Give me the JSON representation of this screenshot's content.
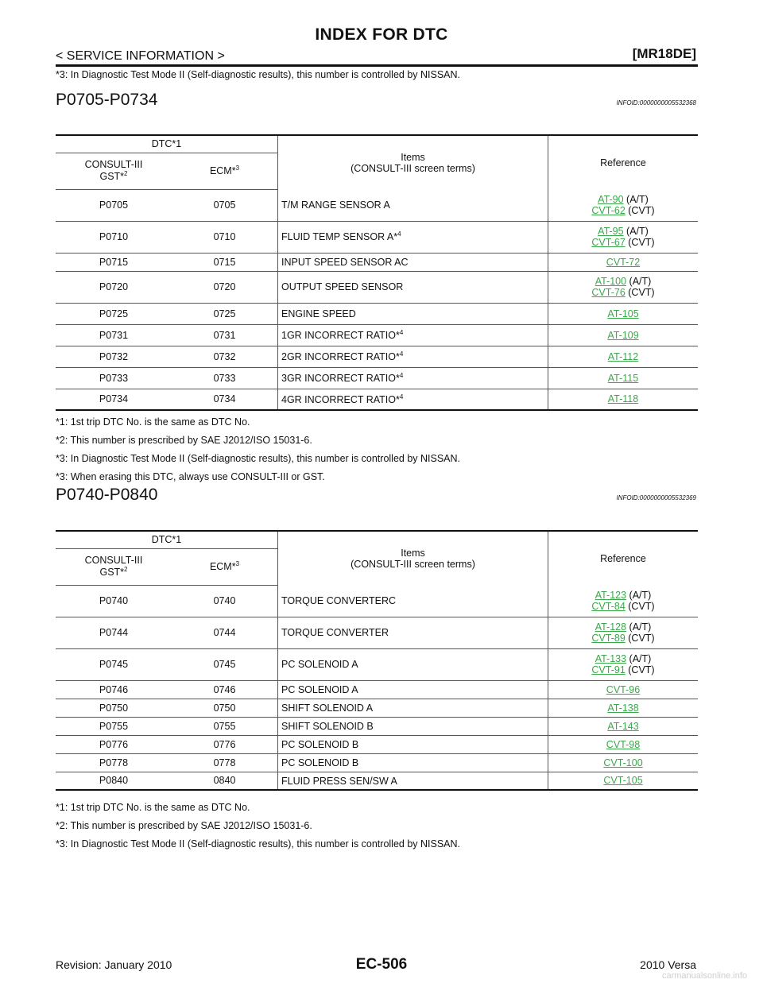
{
  "header": {
    "title": "INDEX FOR DTC",
    "section": "< SERVICE INFORMATION >",
    "engine": "[MR18DE]"
  },
  "top_note": "*3: In Diagnostic Test Mode II (Self-diagnostic results), this number is controlled by NISSAN.",
  "columns": {
    "dtc": "DTC*1",
    "consult": "CONSULT-III",
    "gst": "GST*",
    "gst_sup": "2",
    "ecm": "ECM*",
    "ecm_sup": "3",
    "items": "Items",
    "items_sub": "(CONSULT-III screen terms)",
    "reference": "Reference"
  },
  "sections": [
    {
      "title": "P0705-P0734",
      "infoid": "INFOID:0000000005532368",
      "rows": [
        {
          "consult": "P0705",
          "ecm": "0705",
          "item": "T/M RANGE SENSOR A",
          "sup": "",
          "refs": [
            {
              "link": "AT-90",
              "suffix": " (A/T)"
            },
            {
              "link": "CVT-62",
              "suffix": " (CVT)"
            }
          ]
        },
        {
          "consult": "P0710",
          "ecm": "0710",
          "item": "FLUID TEMP SENSOR A*",
          "sup": "4",
          "refs": [
            {
              "link": "AT-95",
              "suffix": " (A/T)"
            },
            {
              "link": "CVT-67",
              "suffix": " (CVT)"
            }
          ]
        },
        {
          "consult": "P0715",
          "ecm": "0715",
          "item": "INPUT SPEED SENSOR AC",
          "sup": "",
          "refs": [
            {
              "link": "CVT-72",
              "suffix": ""
            }
          ]
        },
        {
          "consult": "P0720",
          "ecm": "0720",
          "item": "OUTPUT SPEED SENSOR",
          "sup": "",
          "refs": [
            {
              "link": "AT-100",
              "suffix": " (A/T)"
            },
            {
              "link": "CVT-76",
              "suffix": " (CVT)"
            }
          ]
        },
        {
          "consult": "P0725",
          "ecm": "0725",
          "item": "ENGINE SPEED",
          "sup": "",
          "refs": [
            {
              "link": "AT-105",
              "suffix": ""
            }
          ]
        },
        {
          "consult": "P0731",
          "ecm": "0731",
          "item": "1GR INCORRECT RATIO*",
          "sup": "4",
          "refs": [
            {
              "link": "AT-109",
              "suffix": ""
            }
          ]
        },
        {
          "consult": "P0732",
          "ecm": "0732",
          "item": "2GR INCORRECT RATIO*",
          "sup": "4",
          "refs": [
            {
              "link": "AT-112",
              "suffix": ""
            }
          ]
        },
        {
          "consult": "P0733",
          "ecm": "0733",
          "item": "3GR INCORRECT RATIO*",
          "sup": "4",
          "refs": [
            {
              "link": "AT-115",
              "suffix": ""
            }
          ]
        },
        {
          "consult": "P0734",
          "ecm": "0734",
          "item": "4GR INCORRECT RATIO*",
          "sup": "4",
          "refs": [
            {
              "link": "AT-118",
              "suffix": ""
            }
          ]
        }
      ],
      "notes": [
        "*1: 1st trip DTC No. is the same as DTC No.",
        "*2: This number is prescribed by SAE J2012/ISO 15031-6.",
        "*3: In Diagnostic Test Mode II (Self-diagnostic results), this number is controlled by NISSAN.",
        "*3: When erasing this DTC, always use CONSULT-III or GST."
      ]
    },
    {
      "title": "P0740-P0840",
      "infoid": "INFOID:0000000005532369",
      "rows": [
        {
          "consult": "P0740",
          "ecm": "0740",
          "item": "TORQUE CONVERTERC",
          "sup": "",
          "refs": [
            {
              "link": "AT-123",
              "suffix": " (A/T)"
            },
            {
              "link": "CVT-84",
              "suffix": " (CVT)"
            }
          ]
        },
        {
          "consult": "P0744",
          "ecm": "0744",
          "item": "TORQUE CONVERTER",
          "sup": "",
          "refs": [
            {
              "link": "AT-128",
              "suffix": " (A/T)"
            },
            {
              "link": "CVT-89",
              "suffix": " (CVT)"
            }
          ]
        },
        {
          "consult": "P0745",
          "ecm": "0745",
          "item": "PC SOLENOID A",
          "sup": "",
          "refs": [
            {
              "link": "AT-133",
              "suffix": " (A/T)"
            },
            {
              "link": "CVT-91",
              "suffix": " (CVT)"
            }
          ]
        },
        {
          "consult": "P0746",
          "ecm": "0746",
          "item": "PC SOLENOID A",
          "sup": "",
          "refs": [
            {
              "link": "CVT-96",
              "suffix": ""
            }
          ]
        },
        {
          "consult": "P0750",
          "ecm": "0750",
          "item": "SHIFT SOLENOID A",
          "sup": "",
          "refs": [
            {
              "link": "AT-138",
              "suffix": ""
            }
          ]
        },
        {
          "consult": "P0755",
          "ecm": "0755",
          "item": "SHIFT SOLENOID B",
          "sup": "",
          "refs": [
            {
              "link": "AT-143",
              "suffix": ""
            }
          ]
        },
        {
          "consult": "P0776",
          "ecm": "0776",
          "item": "PC SOLENOID B",
          "sup": "",
          "refs": [
            {
              "link": "CVT-98",
              "suffix": ""
            }
          ]
        },
        {
          "consult": "P0778",
          "ecm": "0778",
          "item": "PC SOLENOID B",
          "sup": "",
          "refs": [
            {
              "link": "CVT-100",
              "suffix": ""
            }
          ]
        },
        {
          "consult": "P0840",
          "ecm": "0840",
          "item": "FLUID PRESS SEN/SW A",
          "sup": "",
          "refs": [
            {
              "link": "CVT-105",
              "suffix": ""
            }
          ]
        }
      ],
      "notes": [
        "*1: 1st trip DTC No. is the same as DTC No.",
        "*2: This number is prescribed by SAE J2012/ISO 15031-6.",
        "*3: In Diagnostic Test Mode II (Self-diagnostic results), this number is controlled by NISSAN."
      ]
    }
  ],
  "footer": {
    "revision": "Revision: January 2010",
    "page": "EC-506",
    "model": "2010 Versa",
    "watermark": "carmanualsonline.info"
  },
  "colors": {
    "link": "#3aa84a",
    "text": "#111111"
  }
}
